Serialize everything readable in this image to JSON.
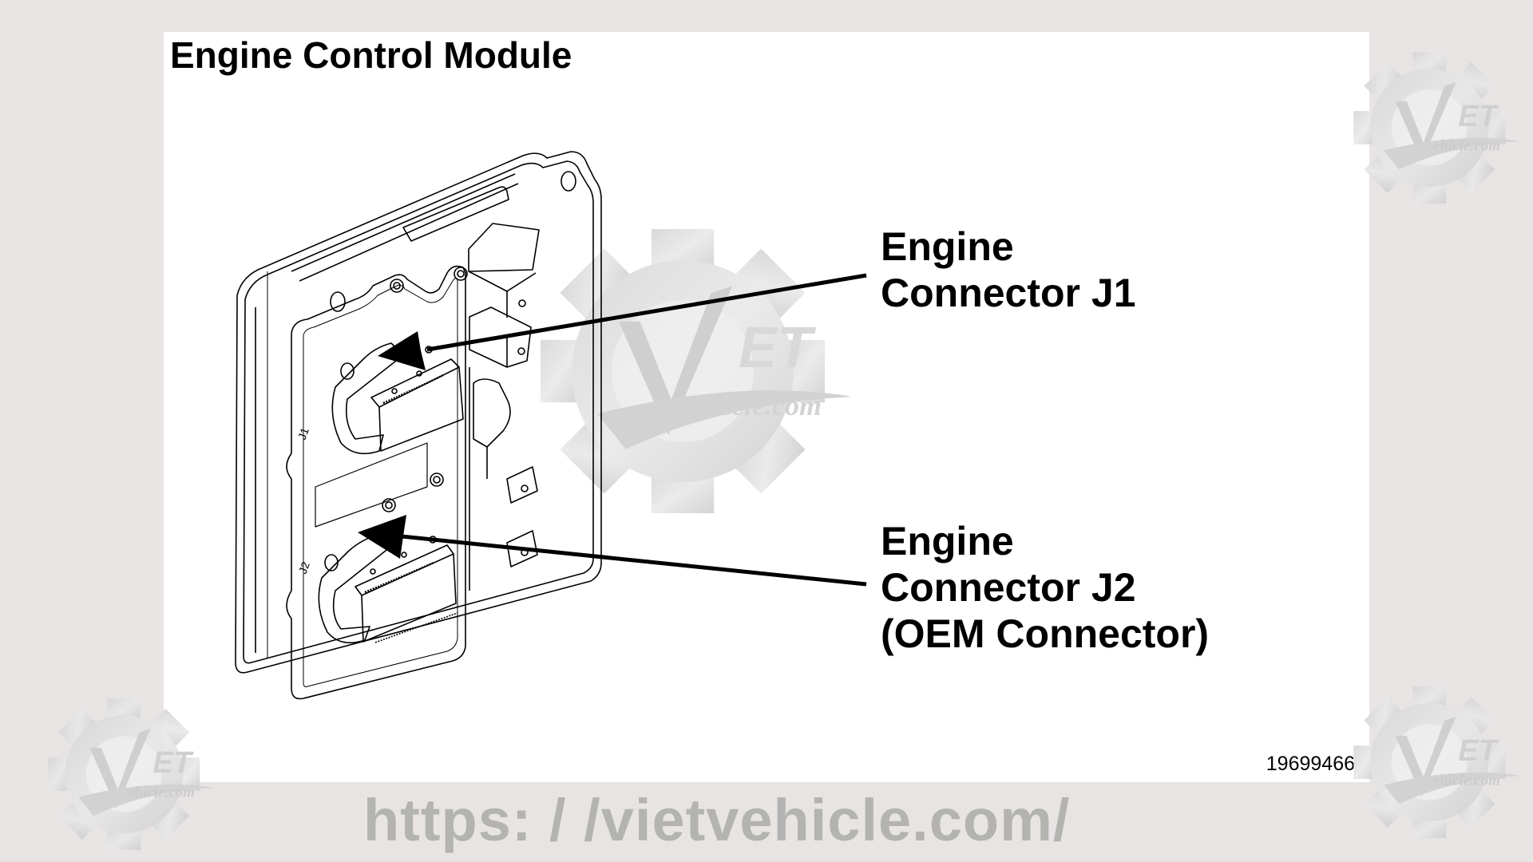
{
  "figure": {
    "title": "Engine Control Module",
    "figure_number": "19699466",
    "subject": "engine-control-module-illustration",
    "callouts": [
      {
        "id": "j1",
        "lines": [
          "Engine",
          "Connector J1"
        ]
      },
      {
        "id": "j2",
        "lines": [
          "Engine",
          "Connector J2",
          "(OEM Connector)"
        ]
      }
    ],
    "module_markings": [
      "J1",
      "J2"
    ]
  },
  "watermark": {
    "url_text": "https: / /vietvehicle.com/",
    "logo_text_top": "ET",
    "logo_text_bottom": "ehicle.com",
    "logo_letter": "V",
    "color": "#b3b3b1"
  },
  "colors": {
    "background": "#e8e4e3",
    "panel": "#ffffff",
    "ink": "#000000"
  }
}
